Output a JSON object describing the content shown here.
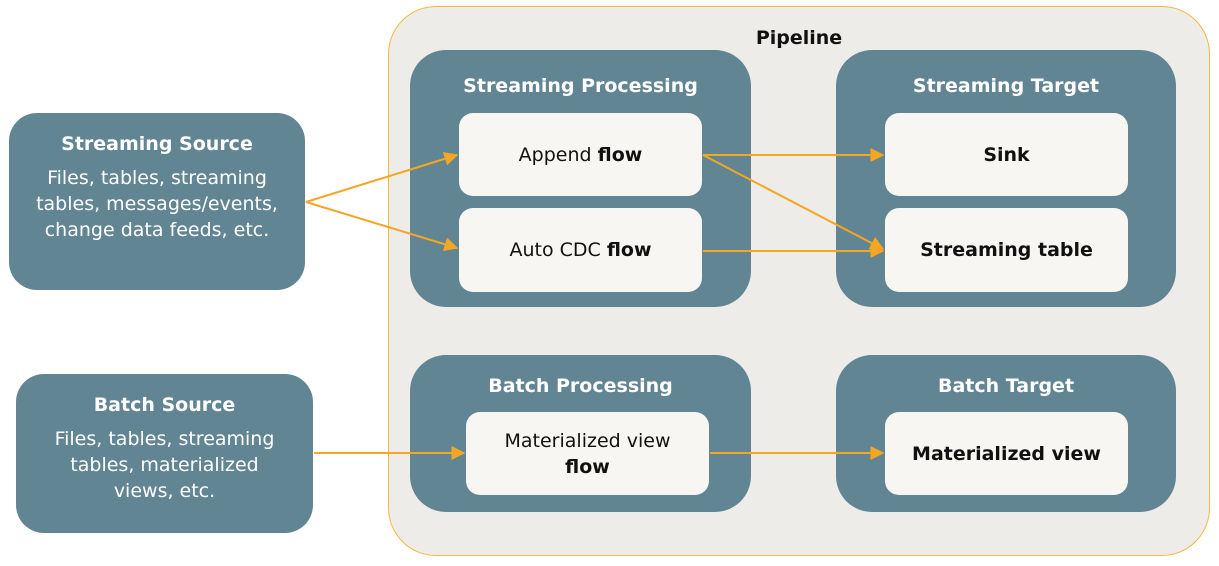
{
  "pipeline": {
    "title": "Pipeline"
  },
  "sources": {
    "streaming": {
      "title": "Streaming Source",
      "lines": [
        "Files, tables, streaming",
        "tables, messages/events,",
        "change data feeds, etc."
      ]
    },
    "batch": {
      "title": "Batch Source",
      "lines": [
        "Files, tables, streaming",
        "tables, materialized",
        "views, etc."
      ]
    }
  },
  "groups": {
    "streaming_processing": {
      "title": "Streaming Processing",
      "append_flow": {
        "prefix": "Append",
        "bold": "flow"
      },
      "auto_cdc_flow": {
        "prefix": "Auto CDC",
        "bold": "flow"
      }
    },
    "streaming_target": {
      "title": "Streaming Target",
      "sink": "Sink",
      "streaming_table": "Streaming table"
    },
    "batch_processing": {
      "title": "Batch Processing",
      "mv_flow": {
        "prefix": "Materialized view",
        "bold": "flow"
      }
    },
    "batch_target": {
      "title": "Batch Target",
      "materialized_view": "Materialized view"
    }
  },
  "colors": {
    "arrow": "#f5a623",
    "group_fill": "#628593",
    "node_fill": "#f7f6f2",
    "pipeline_fill": "#eeece8",
    "pipeline_border": "#f5b83d"
  }
}
